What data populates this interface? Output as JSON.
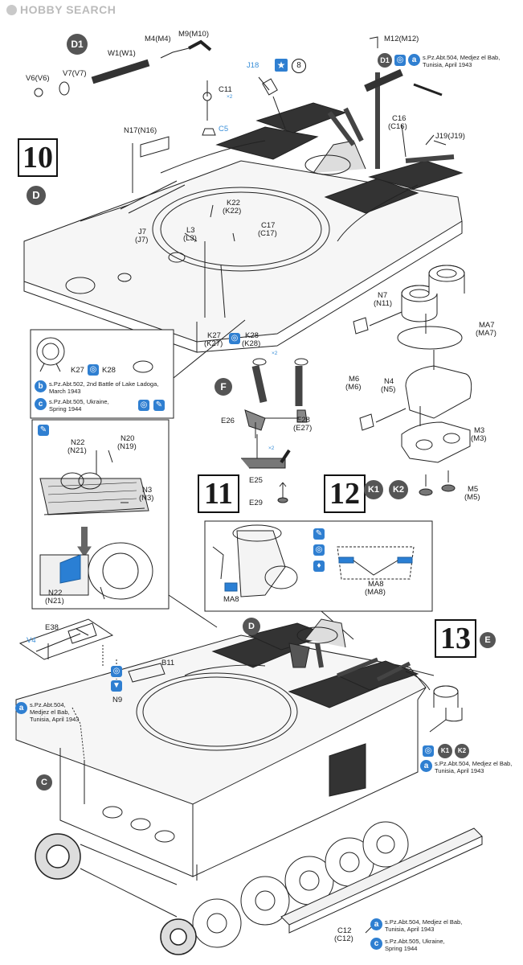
{
  "watermark": "HOBBY SEARCH",
  "steps": {
    "s10": "10",
    "s11": "11",
    "s12": "12",
    "s13": "13"
  },
  "circles": {
    "D1_top": "D1",
    "D_left": "D",
    "D1_right": "D1",
    "F": "F",
    "K1": "K1",
    "K2": "K2",
    "D_mid": "D",
    "E": "E",
    "C": "C",
    "K1_b": "K1",
    "K2_b": "K2"
  },
  "labels": {
    "M4": "M4(M4)",
    "M9": "M9(M10)",
    "W1": "W1(W1)",
    "V6": "V6(V6)",
    "V7": "V7(V7)",
    "C11": "C11",
    "C5": "C5",
    "J18": "J18",
    "eight": "8",
    "M12": "M12(M12)",
    "N17a": "N17(N16)",
    "C16a": "C16",
    "C16b": "(C16)",
    "J19": "J19(J19)",
    "K22a": "K22",
    "K22b": "(K22)",
    "J7a": "J7",
    "J7b": "(J7)",
    "L3a": "L3",
    "L3b": "(L3)",
    "C17a": "C17",
    "C17b": "(C17)",
    "K27a": "K27",
    "K27b": "(K27)",
    "K28a": "K28",
    "K28b": "(K28)",
    "K27i": "K27",
    "K28i": "K28",
    "N7a": "N7",
    "N7b": "(N11)",
    "MA7a": "MA7",
    "MA7b": "(MA7)",
    "M6a": "M6",
    "M6b": "(M6)",
    "N4a": "N4",
    "N4b": "(N5)",
    "M3a": "M3",
    "M3b": "(M3)",
    "M5a": "M5",
    "M5b": "(M5)",
    "E26": "E26",
    "E28a": "E28",
    "E28b": "(E27)",
    "E25": "E25",
    "E29": "E29",
    "N22a": "N22",
    "N22b": "(N21)",
    "N20a": "N20",
    "N20b": "(N19)",
    "N3a": "N3",
    "N3b": "(N3)",
    "N22c": "N22",
    "N22d": "(N21)",
    "MA8a": "MA8",
    "MA8b": "MA8",
    "MA8c": "(MA8)",
    "E38": "E38",
    "V4": "V4",
    "B11": "B11",
    "N9": "N9",
    "C12a": "C12",
    "C12b": "(C12)"
  },
  "notes": {
    "top_a_1": "s.Pz.Abt.504, Medjez el Bab,",
    "top_a_2": "Tunisia, April 1943",
    "inset_b_1": "s.Pz.Abt.502, 2nd Battle of Lake Ladoga,",
    "inset_b_2": "March 1943",
    "inset_c_1": "s.Pz.Abt.505, Ukraine,",
    "inset_c_2": "Spring 1944",
    "s13_a_1": "s.Pz.Abt.504,",
    "s13_a_2": "Medjez el Bab,",
    "s13_a_3": "Tunisia, April 1943",
    "k_a_1": "s.Pz.Abt.504, Medjez el Bab,",
    "k_a_2": "Tunisia, April 1943",
    "bot_a_1": "s.Pz.Abt.504, Medjez el Bab,",
    "bot_a_2": "Tunisia, April 1943",
    "bot_c_1": "s.Pz.Abt.505, Ukraine,",
    "bot_c_2": "Spring 1944"
  },
  "badges": {
    "a": "a",
    "b": "b",
    "c": "c"
  },
  "tags": {
    "t1": "×2",
    "t2": "×2",
    "t3": "×2",
    "t4": "×2"
  }
}
